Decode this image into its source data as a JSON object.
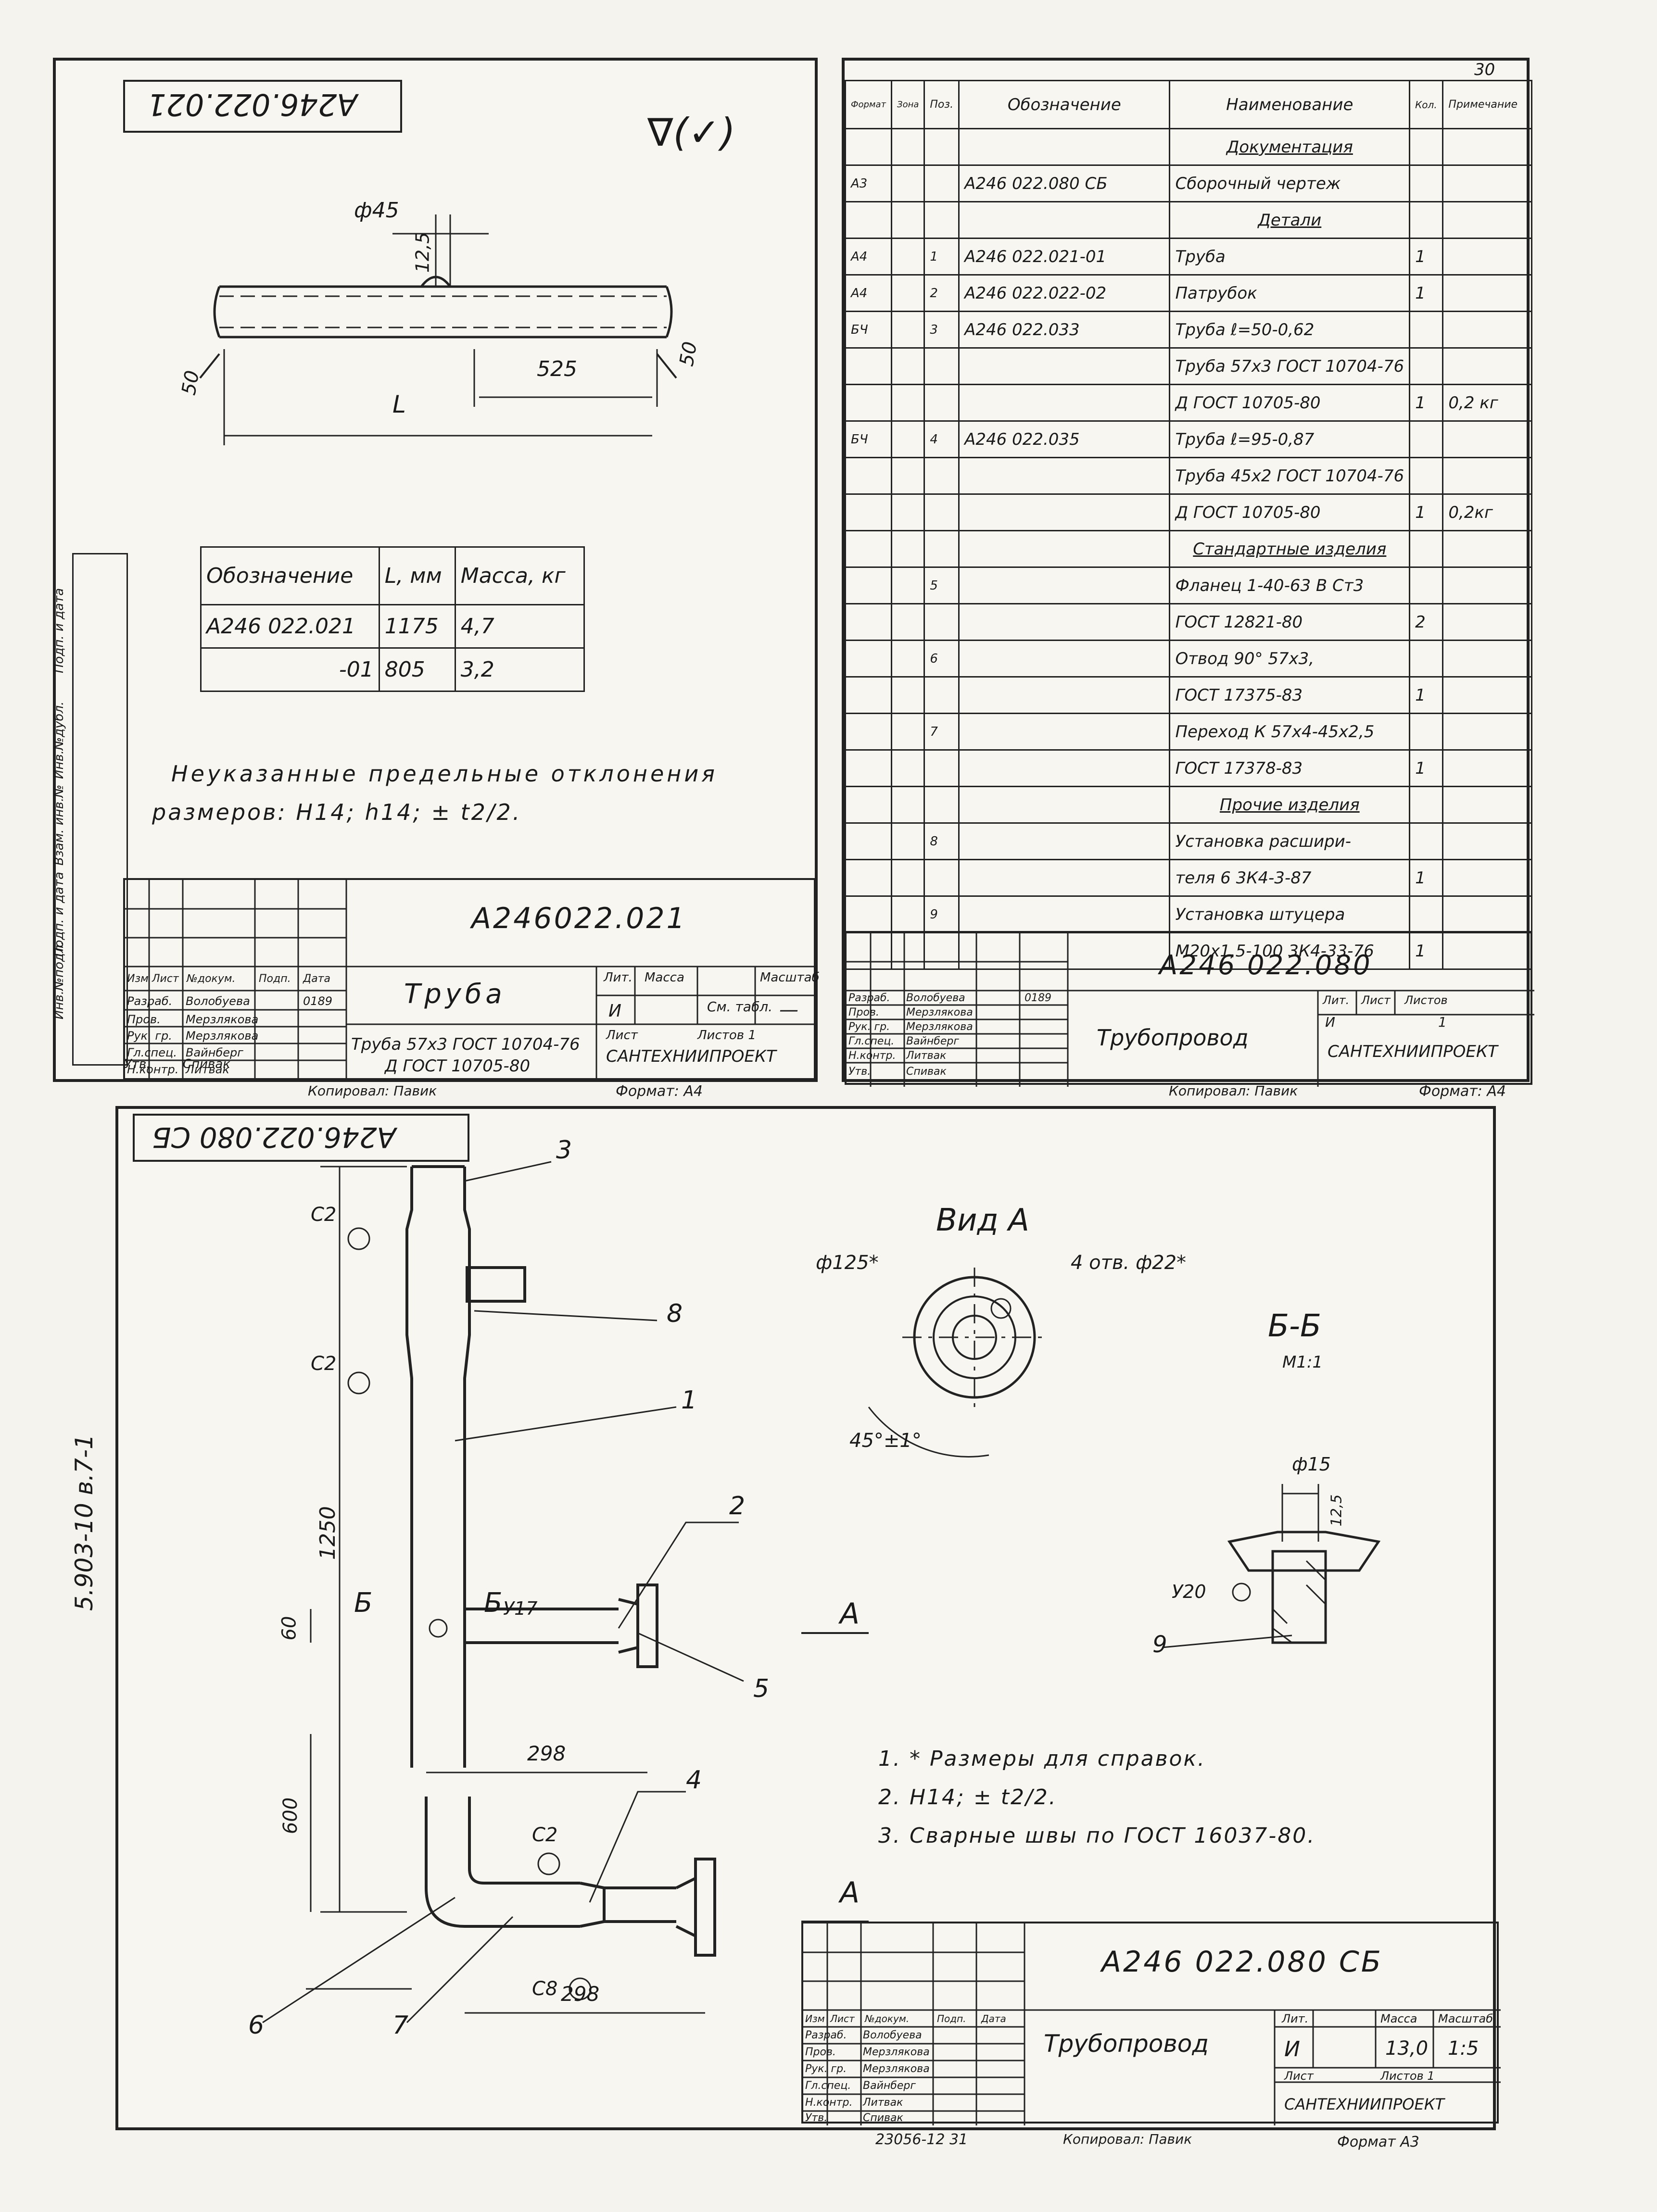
{
  "sheet_number": "30",
  "side_strip": [
    "Инв.№подл.",
    "Подп. и дата",
    "Взам. инв.№",
    "Инв.№дубл.",
    "Подп. и дата"
  ],
  "top_left": {
    "mirror_code": "А246.022.021",
    "roughness": "∇(✓)",
    "dims": {
      "d": "ф45",
      "h": "12,5",
      "len": "525",
      "L": "L",
      "r1": "50",
      "r2": "50"
    },
    "table": {
      "headers": [
        "Обозначение",
        "L, мм",
        "Масса, кг"
      ],
      "rows": [
        [
          "А246 022.021",
          "1175",
          "4,7"
        ],
        [
          "-01",
          "805",
          "3,2"
        ]
      ]
    },
    "note1": "Неуказанные предельные отклонения",
    "note2": "размеров: Н14; h14; ± t2/2.",
    "stamp": {
      "code": "А246022.021",
      "title": "Труба",
      "lit": "Лит.",
      "mass": "Масса",
      "scale": "Масштаб",
      "lit_val": "И",
      "mass_val": "См. табл.",
      "scale_val": "—",
      "sheet": "Лист",
      "sheets": "Листов 1",
      "material1": "Труба 57х3 ГОСТ 10704-76",
      "material2": "Д ГОСТ 10705-80",
      "org": "САНТЕХНИИПРОЕКТ",
      "cols": [
        "Изм",
        "Лист",
        "№докум.",
        "Подп.",
        "Дата"
      ],
      "people": [
        [
          "Разраб.",
          "Волобуева",
          "0189"
        ],
        [
          "Пров.",
          "Мерзлякова",
          ""
        ],
        [
          "Рук. гр.",
          "Мерзлякова",
          ""
        ],
        [
          "Гл.спец.",
          "Вайнберг",
          ""
        ],
        [
          "Н.контр.",
          "Литвак",
          ""
        ],
        [
          "Утв.",
          "Спивак",
          ""
        ]
      ],
      "copied": "Копировал: Павик",
      "format": "Формат: А4"
    }
  },
  "top_right": {
    "headers": [
      "Формат",
      "Зона",
      "Поз.",
      "Обозначение",
      "Наименование",
      "Кол.",
      "Примечание"
    ],
    "rows": [
      [
        "",
        "",
        "",
        "",
        "Документация",
        "",
        ""
      ],
      [
        "А3",
        "",
        "",
        "А246 022.080 СБ",
        "Сборочный чертеж",
        "",
        ""
      ],
      [
        "",
        "",
        "",
        "",
        "Детали",
        "",
        ""
      ],
      [
        "А4",
        "",
        "1",
        "А246 022.021-01",
        "Труба",
        "1",
        ""
      ],
      [
        "А4",
        "",
        "2",
        "А246 022.022-02",
        "Патрубок",
        "1",
        ""
      ],
      [
        "БЧ",
        "",
        "3",
        "А246 022.033",
        "Труба ℓ=50-0,62",
        "",
        ""
      ],
      [
        "",
        "",
        "",
        "",
        "Труба 57х3 ГОСТ 10704-76",
        "",
        ""
      ],
      [
        "",
        "",
        "",
        "",
        "Д ГОСТ 10705-80",
        "1",
        "0,2 кг"
      ],
      [
        "БЧ",
        "",
        "4",
        "А246 022.035",
        "Труба ℓ=95-0,87",
        "",
        ""
      ],
      [
        "",
        "",
        "",
        "",
        "Труба 45х2 ГОСТ 10704-76",
        "",
        ""
      ],
      [
        "",
        "",
        "",
        "",
        "Д ГОСТ 10705-80",
        "1",
        "0,2кг"
      ],
      [
        "",
        "",
        "",
        "",
        "Стандартные изделия",
        "",
        ""
      ],
      [
        "",
        "",
        "5",
        "",
        "Фланец 1-40-63 В Ст3",
        "",
        ""
      ],
      [
        "",
        "",
        "",
        "",
        "ГОСТ 12821-80",
        "2",
        ""
      ],
      [
        "",
        "",
        "6",
        "",
        "Отвод 90° 57х3,",
        "",
        ""
      ],
      [
        "",
        "",
        "",
        "",
        "ГОСТ 17375-83",
        "1",
        ""
      ],
      [
        "",
        "",
        "7",
        "",
        "Переход К 57х4-45х2,5",
        "",
        ""
      ],
      [
        "",
        "",
        "",
        "",
        "ГОСТ 17378-83",
        "1",
        ""
      ],
      [
        "",
        "",
        "",
        "",
        "Прочие изделия",
        "",
        ""
      ],
      [
        "",
        "",
        "8",
        "",
        "Установка расшири-",
        "",
        ""
      ],
      [
        "",
        "",
        "",
        "",
        "теля 6 3К4-3-87",
        "1",
        ""
      ],
      [
        "",
        "",
        "9",
        "",
        "Установка штуцера",
        "",
        ""
      ],
      [
        "",
        "",
        "",
        "",
        "М20х1,5-100 3К4-33-76",
        "1",
        ""
      ]
    ],
    "stamp": {
      "code": "А246 022.080",
      "title": "Трубопровод",
      "lit": "Лит.",
      "sheet": "Лист",
      "sheets": "Листов",
      "lit_val": "И",
      "sheets_val": "1",
      "org": "САНТЕХНИИПРОЕКТ",
      "people": [
        [
          "Разраб.",
          "Волобуева",
          "0189"
        ],
        [
          "Пров.",
          "Мерзлякова",
          ""
        ],
        [
          "Рук. гр.",
          "Мерзлякова",
          ""
        ],
        [
          "Гл.спец.",
          "Вайнберг",
          ""
        ],
        [
          "Н.контр.",
          "Литвак",
          ""
        ],
        [
          "Утв.",
          "Спивак",
          ""
        ]
      ],
      "copied": "Копировал: Павик",
      "format": "Формат: А4"
    }
  },
  "bottom": {
    "mirror_code": "А246.022.080 СБ",
    "side_code": "5.903-10 в.7-1",
    "labels": {
      "p3": "3",
      "p8": "8",
      "p1": "1",
      "p2": "2",
      "p5": "5",
      "p4": "4",
      "p6": "6",
      "p7": "7",
      "c2a": "С2",
      "c2b": "С2",
      "c2c": "С2",
      "c8": "С8",
      "y17": "У17",
      "b1": "Б",
      "b2": "Б",
      "A1": "А",
      "A2": "А",
      "d1250": "1250",
      "d60": "60",
      "d600": "600",
      "d298a": "298",
      "d298b": "298"
    },
    "view_a": {
      "title": "Вид А",
      "d125": "ф125*",
      "holes": "4 отв. ф22*",
      "angle": "45°±1°"
    },
    "section": {
      "title": "Б-Б",
      "scale": "М1:1",
      "d15": "ф15",
      "h": "12,5",
      "weld": "У20",
      "pos": "9"
    },
    "notes": [
      "1. * Размеры для справок.",
      "2. Н14; ± t2/2.",
      "3. Сварные швы по ГОСТ 16037-80."
    ],
    "stamp": {
      "code": "А246 022.080 СБ",
      "title": "Трубопровод",
      "lit": "Лит.",
      "mass": "Масса",
      "scale": "Масштаб",
      "lit_val": "И",
      "mass_val": "13,0",
      "scale_val": "1:5",
      "sheet": "Лист",
      "sheets": "Листов 1",
      "org": "САНТЕХНИИПРОЕКТ",
      "people": [
        [
          "Разраб.",
          "Волобуева",
          ""
        ],
        [
          "Пров.",
          "Мерзлякова",
          ""
        ],
        [
          "Рук. гр.",
          "Мерзлякова",
          ""
        ],
        [
          "Гл.спец.",
          "Вайнберг",
          ""
        ],
        [
          "Н.контр.",
          "Литвак",
          ""
        ],
        [
          "Утв.",
          "Спивак",
          ""
        ]
      ],
      "cols": [
        "Изм",
        "Лист",
        "№докум.",
        "Подп.",
        "Дата"
      ],
      "order": "23056-12  31",
      "copied": "Копировал: Павик",
      "format": "Формат А3"
    }
  }
}
